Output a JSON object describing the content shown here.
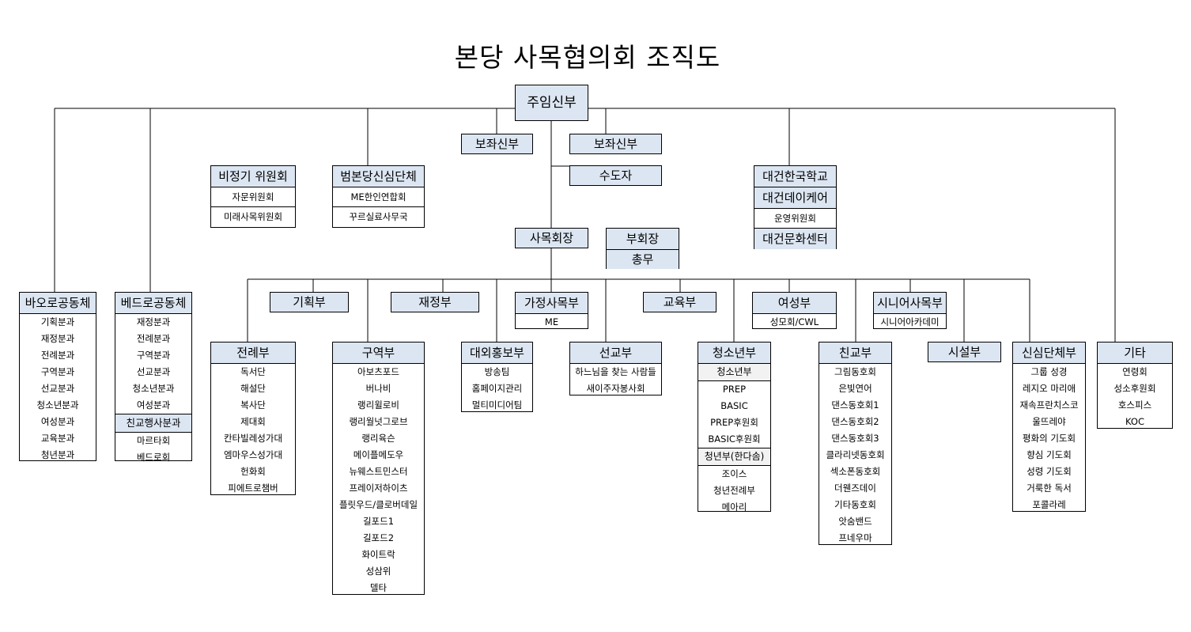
{
  "title": "본당 사목협의회 조직도",
  "colors": {
    "header_fill": "#dce6f2",
    "line": "#000000",
    "sub_fill": "#f2f2f2"
  },
  "top": {
    "pastor": "주임신부",
    "assistant_left": "보좌신부",
    "assistant_right": "보좌신부",
    "religious": "수도자",
    "chair": "사목회장",
    "vice_chair": "부회장",
    "secretary": "총무"
  },
  "committees": {
    "title": "비정기 위원회",
    "items": [
      "자문위원회",
      "미래사목위원회"
    ]
  },
  "pious_groups": {
    "title": "범본당신심단체",
    "items": [
      "ME한인연합회",
      "꾸르실료사무국"
    ]
  },
  "school": {
    "title": "대건한국학교",
    "daycare": "대건데이케어",
    "board": "운영위원회",
    "culture": "대건문화센터"
  },
  "community_a": {
    "title": "바오로공동체",
    "items": [
      "기획분과",
      "재정분과",
      "전례분과",
      "구역분과",
      "선교분과",
      "청소년분과",
      "여성분과",
      "교육분과",
      "청년분과"
    ]
  },
  "community_b": {
    "title": "베드로공동체",
    "items": [
      "재정분과",
      "전례분과",
      "구역분과",
      "선교분과",
      "청소년분과",
      "여성분과"
    ],
    "sub_title": "친교행사분과",
    "sub_items": [
      "마르타회",
      "베드로회"
    ]
  },
  "planning": "기획부",
  "finance": "재정부",
  "family": {
    "title": "가정사목부",
    "items": [
      "ME"
    ]
  },
  "education": "교육부",
  "women": {
    "title": "여성부",
    "items": [
      "성모회/CWL"
    ]
  },
  "senior": {
    "title": "시니어사목부",
    "items": [
      "시니어아카데미"
    ]
  },
  "liturgy": {
    "title": "전례부",
    "items": [
      "독서단",
      "해설단",
      "복사단",
      "제대회",
      "칸타빌레성가대",
      "엠마우스성가대",
      "헌화회",
      "피에트로챔버"
    ]
  },
  "district": {
    "title": "구역부",
    "items": [
      "아보츠포드",
      "버나비",
      "랭리윌로비",
      "랭리월넛그로브",
      "랭리육슨",
      "메이플메도우",
      "뉴웨스트민스터",
      "프레이저하이츠",
      "플릿우드/클로버데일",
      "길포드1",
      "길포드2",
      "화이트락",
      "성삼위",
      "델타"
    ]
  },
  "pr": {
    "title": "대외홍보부",
    "items": [
      "방송팀",
      "홈페이지관리",
      "멀티미디어팀"
    ]
  },
  "mission": {
    "title": "선교부",
    "items": [
      "하느님을 찾는 사람들",
      "새이주자봉사회"
    ]
  },
  "youth": {
    "title": "청소년부",
    "sub_title": "청소년부",
    "items": [
      "PREP",
      "BASIC",
      "PREP후원회",
      "BASIC후원회"
    ],
    "sub_title2": "청년부(한다솜)",
    "items2": [
      "조이스",
      "청년전례부",
      "메아리"
    ]
  },
  "fellowship": {
    "title": "친교부",
    "items": [
      "그림동호회",
      "은빛연어",
      "댄스동호회1",
      "댄스동호회2",
      "댄스동호회3",
      "클라리넷동호회",
      "섹소폰동호회",
      "더웬즈데이",
      "기타동호회",
      "앗숨밴드",
      "프네우마"
    ]
  },
  "facility": "시설부",
  "pious": {
    "title": "신심단체부",
    "items": [
      "그룹 성경",
      "레지오 마리애",
      "재속프란치스코",
      "울뜨레야",
      "평화의 기도회",
      "향심 기도회",
      "성령 기도회",
      "거룩한 독서",
      "포콜라레"
    ]
  },
  "others": {
    "title": "기타",
    "items": [
      "연령회",
      "성소후원회",
      "호스피스",
      "KOC"
    ]
  }
}
